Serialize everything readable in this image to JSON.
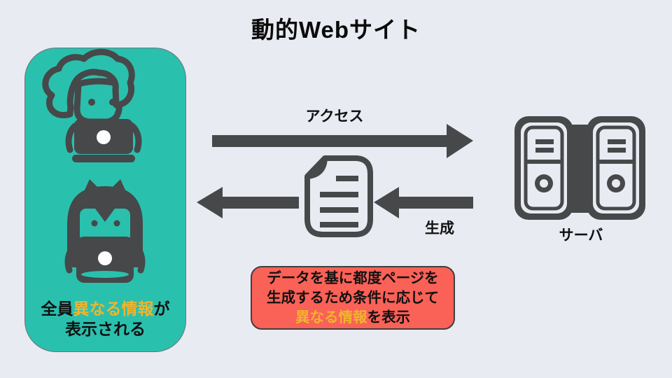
{
  "title": "動的Webサイト",
  "clients": {
    "caption_pre": "全員",
    "caption_highlight": "異なる情報",
    "caption_post": "が",
    "caption_line2": "表示される"
  },
  "labels": {
    "access": "アクセス",
    "generate": "生成",
    "server": "サーバ"
  },
  "note": {
    "line1": "データを基に都度ページを",
    "line2": "生成するため条件に応じて",
    "line3_highlight": "異なる情報",
    "line3_rest": "を表示"
  },
  "icons": {
    "client_top": "person-at-laptop-icon",
    "client_bottom": "girl-at-laptop-icon",
    "middle": "generated-page-icon",
    "right": "server-towers-icon",
    "top_arrow": "arrow-right-icon",
    "return_arrow": "arrow-left-icon",
    "generate_arrow": "arrow-left-icon"
  },
  "colors": {
    "background": "#e9ebf2",
    "panel_teal": "#2ac0ae",
    "icon_dark": "#46484a",
    "note_red": "#fa6157",
    "highlight_orange": "#f0b42e",
    "text_black": "#111111"
  }
}
